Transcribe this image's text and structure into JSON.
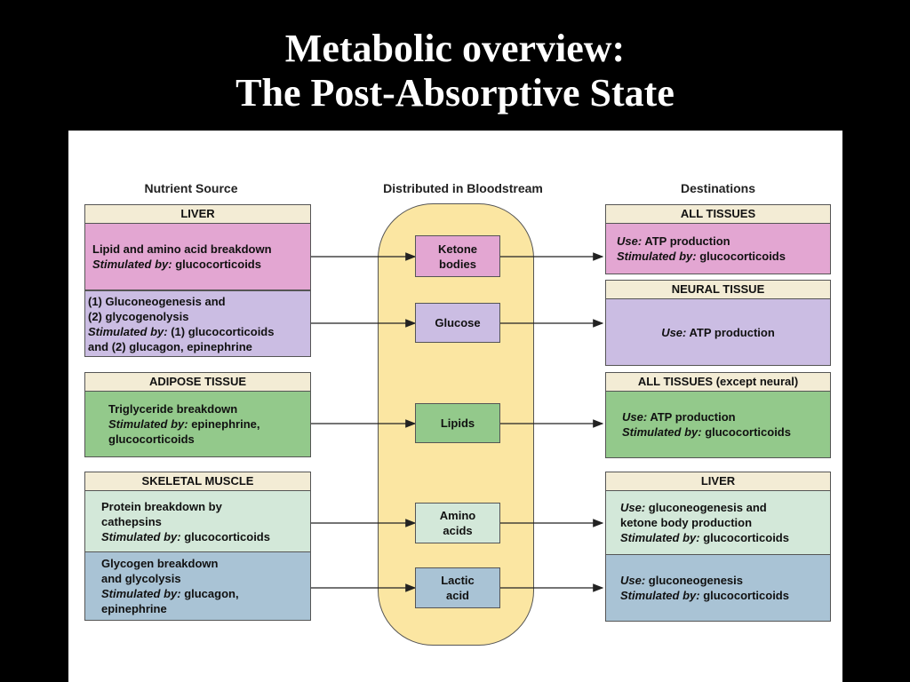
{
  "title": {
    "line1": "Metabolic overview:",
    "line2": "The Post-Absorptive State"
  },
  "columns": {
    "source": "Nutrient Source",
    "blood": "Distributed in Bloodstream",
    "dest": "Destinations"
  },
  "sources": {
    "liver_header": "LIVER",
    "liver_lipid": {
      "line1": "Lipid and amino acid breakdown",
      "stim_label": "Stimulated by:",
      "stim_value": " glucocorticoids"
    },
    "liver_glucose": {
      "line1": "(1) Gluconeogenesis and",
      "line2": "(2) glycogenolysis",
      "stim_label": "Stimulated by:",
      "stim_value": " (1) glucocorticoids",
      "line4": "and (2) glucagon, epinephrine"
    },
    "adipose_header": "ADIPOSE TISSUE",
    "adipose": {
      "line1": "Triglyceride breakdown",
      "stim_label": "Stimulated by:",
      "stim_value": " epinephrine,",
      "line3": "glucocorticoids"
    },
    "muscle_header": "SKELETAL MUSCLE",
    "muscle_protein": {
      "line1": "Protein breakdown by",
      "line2": "cathepsins",
      "stim_label": "Stimulated by:",
      "stim_value": " glucocorticoids"
    },
    "muscle_glycogen": {
      "line1": "Glycogen breakdown",
      "line2": "and glycolysis",
      "stim_label": "Stimulated by:",
      "stim_value": " glucagon,",
      "line4": "epinephrine"
    }
  },
  "bloodstream": {
    "ketone": {
      "line1": "Ketone",
      "line2": "bodies"
    },
    "glucose": {
      "line1": "Glucose"
    },
    "lipids": {
      "line1": "Lipids"
    },
    "amino": {
      "line1": "Amino",
      "line2": "acids"
    },
    "lactic": {
      "line1": "Lactic",
      "line2": "acid"
    }
  },
  "destinations": {
    "all_header": "ALL TISSUES",
    "all": {
      "use_label": "Use:",
      "use_value": " ATP production",
      "stim_label": "Stimulated by:",
      "stim_value": " glucocorticoids"
    },
    "neural_header": "NEURAL TISSUE",
    "neural": {
      "use_label": "Use:",
      "use_value": " ATP production"
    },
    "except_header": "ALL TISSUES (except neural)",
    "except": {
      "use_label": "Use:",
      "use_value": " ATP production",
      "stim_label": "Stimulated by:",
      "stim_value": " glucocorticoids"
    },
    "liver_header": "LIVER",
    "liver_amino": {
      "use_label": "Use:",
      "use_value": " gluconeogenesis and",
      "line2": "ketone body production",
      "stim_label": "Stimulated by:",
      "stim_value": " glucocorticoids"
    },
    "liver_lactic": {
      "use_label": "Use:",
      "use_value": " gluconeogenesis",
      "stim_label": "Stimulated by:",
      "stim_value": " glucocorticoids"
    }
  },
  "colors": {
    "pink": "#e3a6d2",
    "lavender": "#cbbde3",
    "green": "#93c98b",
    "mint": "#d3e8d9",
    "steel": "#a9c3d5",
    "bloodstream": "#fbe6a2",
    "header": "#f3ecd5"
  }
}
